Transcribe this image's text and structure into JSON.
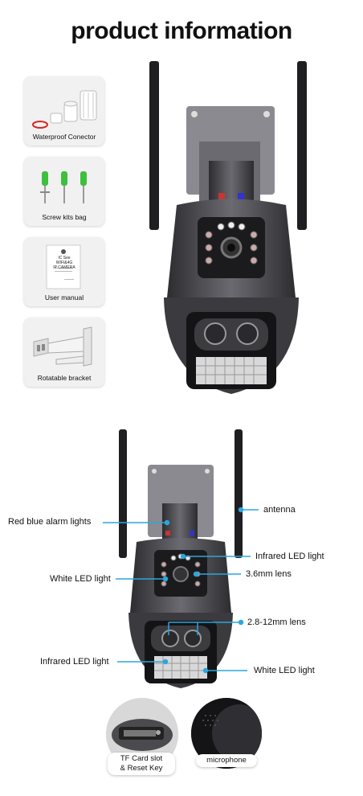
{
  "header": {
    "title": "product information"
  },
  "accessories": [
    {
      "label": "Waterproof Conector",
      "icon": "waterproof-connector-icon"
    },
    {
      "label": "Screw kits bag",
      "icon": "screw-kit-icon"
    },
    {
      "label": "User manual",
      "icon": "user-manual-icon",
      "manual_text": [
        "IC See",
        "WIFI&4G",
        "IP CAMERA"
      ]
    },
    {
      "label": "Rotatable bracket",
      "icon": "rotatable-bracket-icon"
    }
  ],
  "callouts": {
    "red_blue_alarm": "Red blue alarm lights",
    "antenna": "antenna",
    "infrared_led_top": "Infrared LED light",
    "white_led_left": "White LED light",
    "lens_36": "3.6mm lens",
    "lens_28_12": "2.8-12mm lens",
    "infrared_led_bottom": "Infrared LED light",
    "white_led_bottom": "White LED light"
  },
  "bottom": {
    "tf_card": [
      "TF Card slot",
      "& Reset Key"
    ],
    "microphone": "microphone"
  },
  "colors": {
    "callout_line": "#2aa7dc",
    "camera_body": "#4a4a4f",
    "accent_green": "#3fbf3f"
  }
}
